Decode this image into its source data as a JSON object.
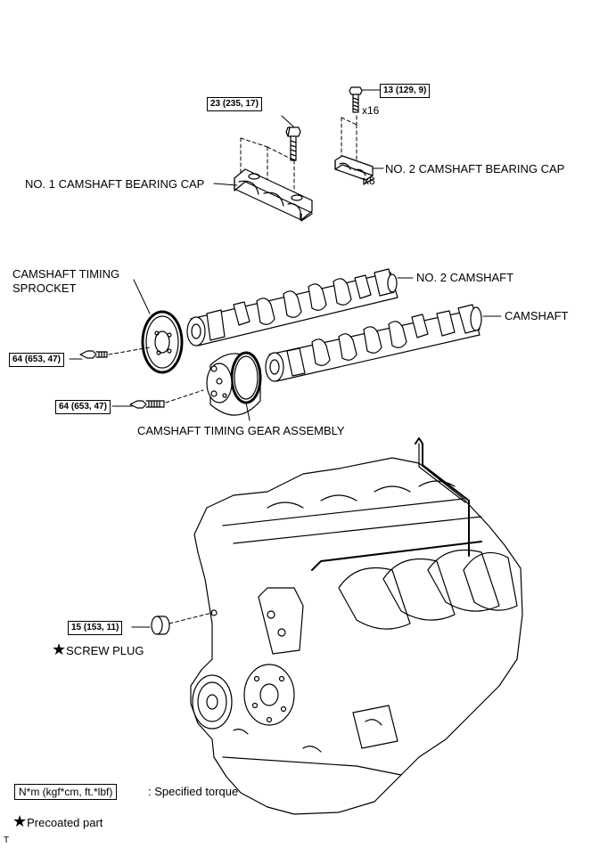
{
  "torques": {
    "bearing_cap_1_bolt": "23 (235, 17)",
    "bearing_cap_2_bolt": "13 (129, 9)",
    "sprocket_bolt": "64 (653, 47)",
    "gear_assembly_bolt": "64 (653, 47)",
    "screw_plug": "15 (153, 11)"
  },
  "quantities": {
    "bolts_x16": "x16",
    "caps_x8": "x8"
  },
  "parts": {
    "no1_bearing_cap": "NO. 1 CAMSHAFT BEARING CAP",
    "no2_bearing_cap": "NO. 2 CAMSHAFT BEARING CAP",
    "timing_sprocket_line1": "CAMSHAFT TIMING",
    "timing_sprocket_line2": "SPROCKET",
    "no2_camshaft": "NO. 2 CAMSHAFT",
    "camshaft": "CAMSHAFT",
    "timing_gear_assembly": "CAMSHAFT TIMING GEAR ASSEMBLY",
    "screw_plug": "SCREW PLUG"
  },
  "legend": {
    "torque_units": "N*m (kgf*cm, ft.*lbf)",
    "torque_desc": ": Specified torque",
    "precoated": "Precoated part"
  },
  "corner_mark": "T"
}
